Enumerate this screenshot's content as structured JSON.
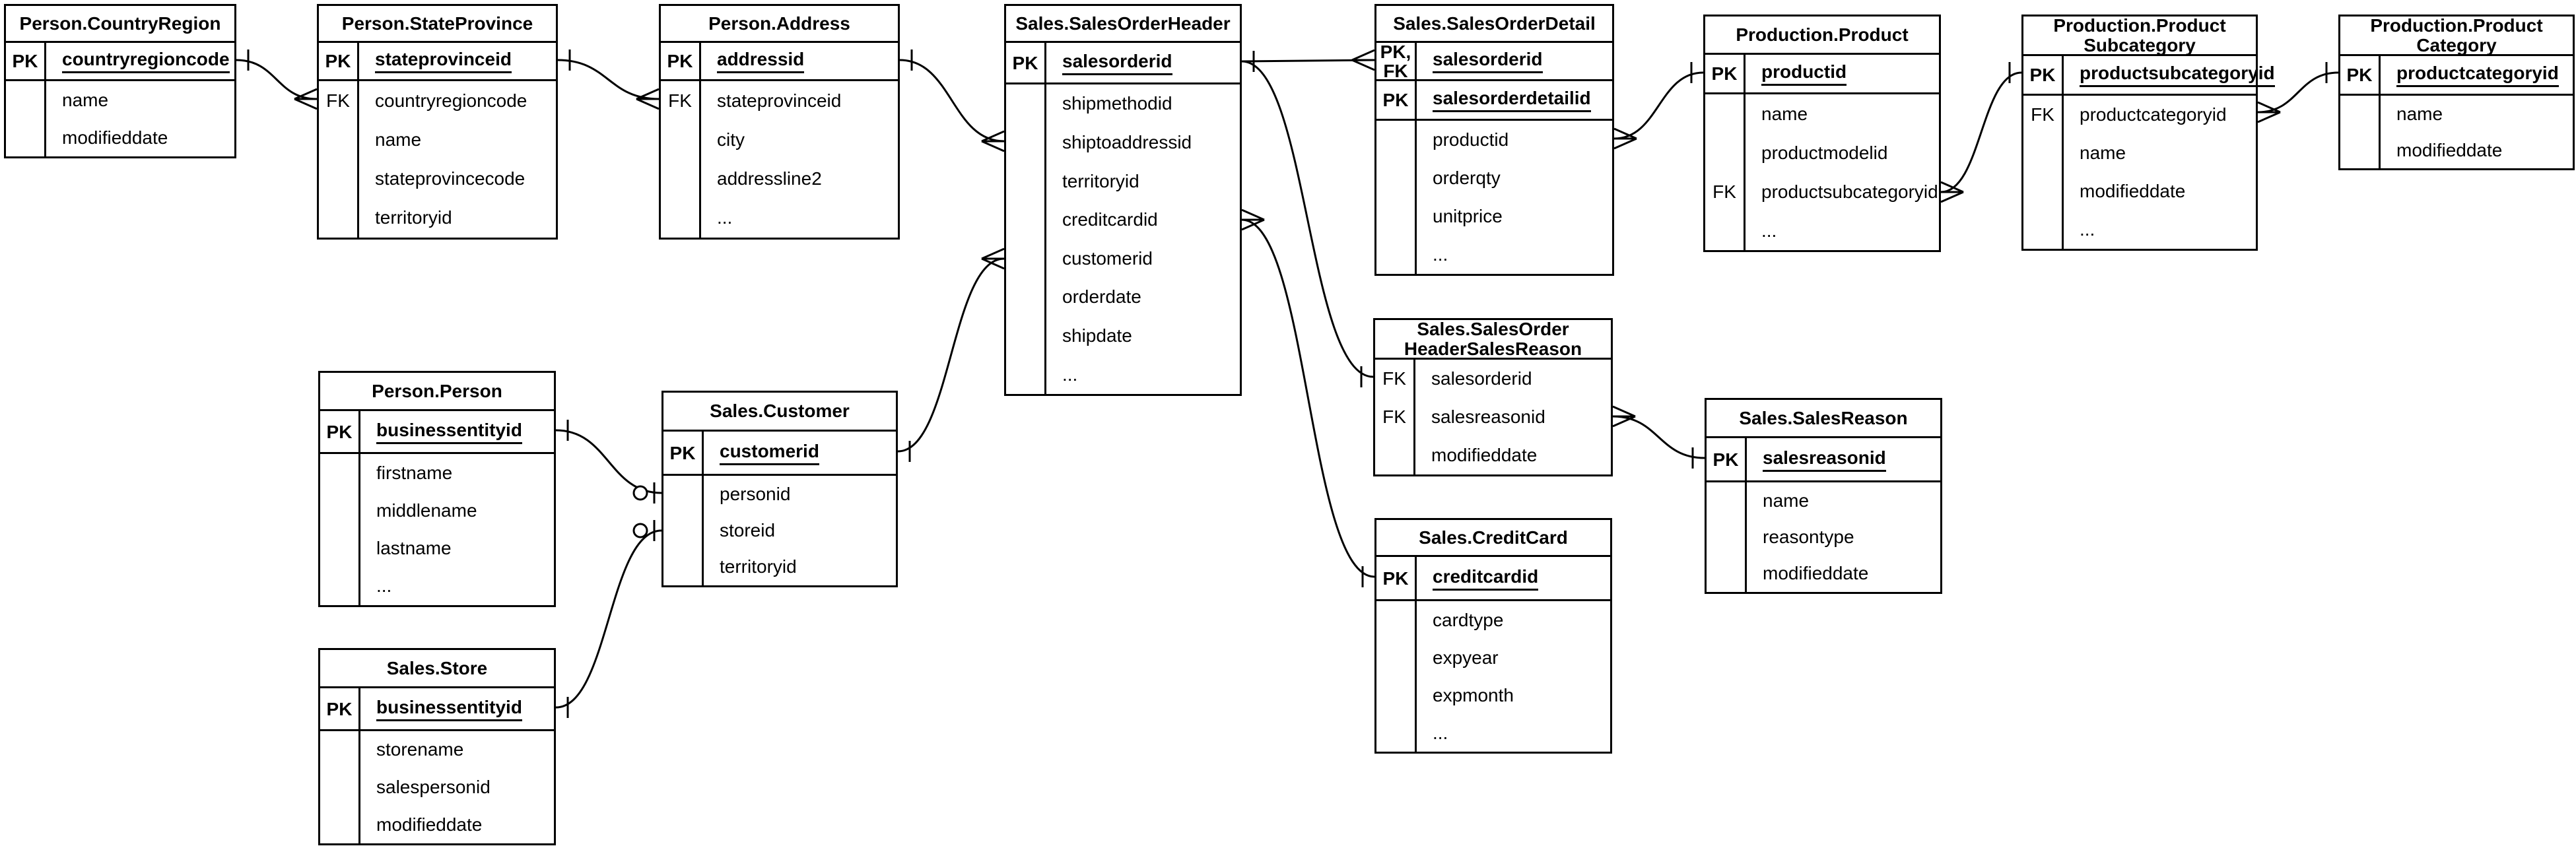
{
  "diagram": {
    "notation": "crow-foot",
    "colors": {
      "line": "#000000",
      "background": "#ffffff",
      "text": "#000000"
    },
    "tables": [
      {
        "id": "countryregion",
        "title": [
          "Person.CountryRegion"
        ],
        "key_rows": [
          {
            "key": [
              "PK"
            ],
            "field": "countryregioncode",
            "pk": true
          }
        ],
        "fields": [
          {
            "key": [],
            "name": "name"
          },
          {
            "key": [],
            "name": "modifieddate"
          }
        ]
      },
      {
        "id": "stateprovince",
        "title": [
          "Person.StateProvince"
        ],
        "key_rows": [
          {
            "key": [
              "PK"
            ],
            "field": "stateprovinceid",
            "pk": true
          }
        ],
        "fields": [
          {
            "key": [
              "FK"
            ],
            "name": "countryregioncode"
          },
          {
            "key": [],
            "name": "name"
          },
          {
            "key": [],
            "name": "stateprovincecode"
          },
          {
            "key": [],
            "name": "territoryid"
          }
        ]
      },
      {
        "id": "address",
        "title": [
          "Person.Address"
        ],
        "key_rows": [
          {
            "key": [
              "PK"
            ],
            "field": "addressid",
            "pk": true
          }
        ],
        "fields": [
          {
            "key": [
              "FK"
            ],
            "name": "stateprovinceid"
          },
          {
            "key": [],
            "name": "city"
          },
          {
            "key": [],
            "name": "addressline2"
          },
          {
            "key": [],
            "name": "..."
          }
        ]
      },
      {
        "id": "salesorderheader",
        "title": [
          "Sales.SalesOrderHeader"
        ],
        "key_rows": [
          {
            "key": [
              "PK"
            ],
            "field": "salesorderid",
            "pk": true
          }
        ],
        "fields": [
          {
            "key": [],
            "name": "shipmethodid"
          },
          {
            "key": [],
            "name": "shiptoaddressid"
          },
          {
            "key": [],
            "name": "territoryid"
          },
          {
            "key": [],
            "name": "creditcardid"
          },
          {
            "key": [],
            "name": "customerid"
          },
          {
            "key": [],
            "name": "orderdate"
          },
          {
            "key": [],
            "name": "shipdate"
          },
          {
            "key": [],
            "name": "..."
          }
        ]
      },
      {
        "id": "salesorderdetail",
        "title": [
          "Sales.SalesOrderDetail"
        ],
        "key_rows": [
          {
            "key": [
              "PK,",
              "FK"
            ],
            "field": "salesorderid",
            "pk": true
          },
          {
            "key": [
              "PK"
            ],
            "field": "salesorderdetailid",
            "pk": true
          }
        ],
        "fields": [
          {
            "key": [],
            "name": "productid"
          },
          {
            "key": [],
            "name": "orderqty"
          },
          {
            "key": [],
            "name": "unitprice"
          },
          {
            "key": [],
            "name": "..."
          }
        ]
      },
      {
        "id": "product",
        "title": [
          "Production.Product"
        ],
        "key_rows": [
          {
            "key": [
              "PK"
            ],
            "field": "productid",
            "pk": true
          }
        ],
        "fields": [
          {
            "key": [],
            "name": "name"
          },
          {
            "key": [],
            "name": "productmodelid"
          },
          {
            "key": [
              "FK"
            ],
            "name": "productsubcategoryid"
          },
          {
            "key": [],
            "name": "..."
          }
        ]
      },
      {
        "id": "productsubcategory",
        "title": [
          "Production.Product",
          "Subcategory"
        ],
        "key_rows": [
          {
            "key": [
              "PK"
            ],
            "field": "productsubcategoryid",
            "pk": true
          }
        ],
        "fields": [
          {
            "key": [
              "FK"
            ],
            "name": "productcategoryid"
          },
          {
            "key": [],
            "name": "name"
          },
          {
            "key": [],
            "name": "modifieddate"
          },
          {
            "key": [],
            "name": "..."
          }
        ]
      },
      {
        "id": "productcategory",
        "title": [
          "Production.Product",
          "Category"
        ],
        "key_rows": [
          {
            "key": [
              "PK"
            ],
            "field": "productcategoryid",
            "pk": true
          }
        ],
        "fields": [
          {
            "key": [],
            "name": "name"
          },
          {
            "key": [],
            "name": "modifieddate"
          }
        ]
      },
      {
        "id": "person",
        "title": [
          "Person.Person"
        ],
        "key_rows": [
          {
            "key": [
              "PK"
            ],
            "field": "businessentityid",
            "pk": true
          }
        ],
        "fields": [
          {
            "key": [],
            "name": "firstname"
          },
          {
            "key": [],
            "name": "middlename"
          },
          {
            "key": [],
            "name": "lastname"
          },
          {
            "key": [],
            "name": "..."
          }
        ]
      },
      {
        "id": "customer",
        "title": [
          "Sales.Customer"
        ],
        "key_rows": [
          {
            "key": [
              "PK"
            ],
            "field": "customerid",
            "pk": true
          }
        ],
        "fields": [
          {
            "key": [],
            "name": "personid"
          },
          {
            "key": [],
            "name": "storeid"
          },
          {
            "key": [],
            "name": "territoryid"
          }
        ]
      },
      {
        "id": "salesorderheadersalesreason",
        "title": [
          "Sales.SalesOrder",
          "HeaderSalesReason"
        ],
        "key_rows": [],
        "fields": [
          {
            "key": [
              "FK"
            ],
            "name": "salesorderid"
          },
          {
            "key": [
              "FK"
            ],
            "name": "salesreasonid"
          },
          {
            "key": [],
            "name": "modifieddate"
          }
        ]
      },
      {
        "id": "salesreason",
        "title": [
          "Sales.SalesReason"
        ],
        "key_rows": [
          {
            "key": [
              "PK"
            ],
            "field": "salesreasonid",
            "pk": true
          }
        ],
        "fields": [
          {
            "key": [],
            "name": "name"
          },
          {
            "key": [],
            "name": "reasontype"
          },
          {
            "key": [],
            "name": "modifieddate"
          }
        ]
      },
      {
        "id": "creditcard",
        "title": [
          "Sales.CreditCard"
        ],
        "key_rows": [
          {
            "key": [
              "PK"
            ],
            "field": "creditcardid",
            "pk": true
          }
        ],
        "fields": [
          {
            "key": [],
            "name": "cardtype"
          },
          {
            "key": [],
            "name": "expyear"
          },
          {
            "key": [],
            "name": "expmonth"
          },
          {
            "key": [],
            "name": "..."
          }
        ]
      },
      {
        "id": "store",
        "title": [
          "Sales.Store"
        ],
        "key_rows": [
          {
            "key": [
              "PK"
            ],
            "field": "businessentityid",
            "pk": true
          }
        ],
        "fields": [
          {
            "key": [],
            "name": "storename"
          },
          {
            "key": [],
            "name": "salespersonid"
          },
          {
            "key": [],
            "name": "modifieddate"
          }
        ]
      }
    ],
    "relationships": [
      {
        "from": "Person.CountryRegion.countryregioncode",
        "from_card": "one",
        "to": "Person.StateProvince.countryregioncode",
        "to_card": "many"
      },
      {
        "from": "Person.StateProvince.stateprovinceid",
        "from_card": "one",
        "to": "Person.Address.stateprovinceid",
        "to_card": "many"
      },
      {
        "from": "Person.Address.addressid",
        "from_card": "one",
        "to": "Sales.SalesOrderHeader.shiptoaddressid",
        "to_card": "many"
      },
      {
        "from": "Sales.Customer.customerid",
        "from_card": "one",
        "to": "Sales.SalesOrderHeader.customerid",
        "to_card": "many"
      },
      {
        "from": "Person.Person.businessentityid",
        "from_card": "one",
        "to": "Sales.Customer.personid",
        "to_card": "zero-or-one"
      },
      {
        "from": "Sales.Store.businessentityid",
        "from_card": "one",
        "to": "Sales.Customer.storeid",
        "to_card": "zero-or-one"
      },
      {
        "from": "Sales.SalesOrderHeader.salesorderid",
        "from_card": "one",
        "to": "Sales.SalesOrderDetail.salesorderid",
        "to_card": "many"
      },
      {
        "from": "Sales.SalesOrderHeader.salesorderid",
        "from_card": "none",
        "to": "Sales.SalesOrderHeaderSalesReason.salesorderid",
        "to_card": "one"
      },
      {
        "from": "Sales.SalesOrderHeader.creditcardid",
        "from_card": "many",
        "to": "Sales.CreditCard.creditcardid",
        "to_card": "one"
      },
      {
        "from": "Sales.SalesOrderDetail.productid",
        "from_card": "many",
        "to": "Production.Product.productid",
        "to_card": "one"
      },
      {
        "from": "Production.Product.productsubcategoryid",
        "from_card": "many",
        "to": "Production.ProductSubcategory.productsubcategoryid",
        "to_card": "one"
      },
      {
        "from": "Production.ProductSubcategory.productcategoryid",
        "from_card": "many",
        "to": "Production.ProductCategory.productcategoryid",
        "to_card": "one"
      },
      {
        "from": "Sales.SalesOrderHeaderSalesReason.salesreasonid",
        "from_card": "many",
        "to": "Sales.SalesReason.salesreasonid",
        "to_card": "one"
      }
    ]
  }
}
